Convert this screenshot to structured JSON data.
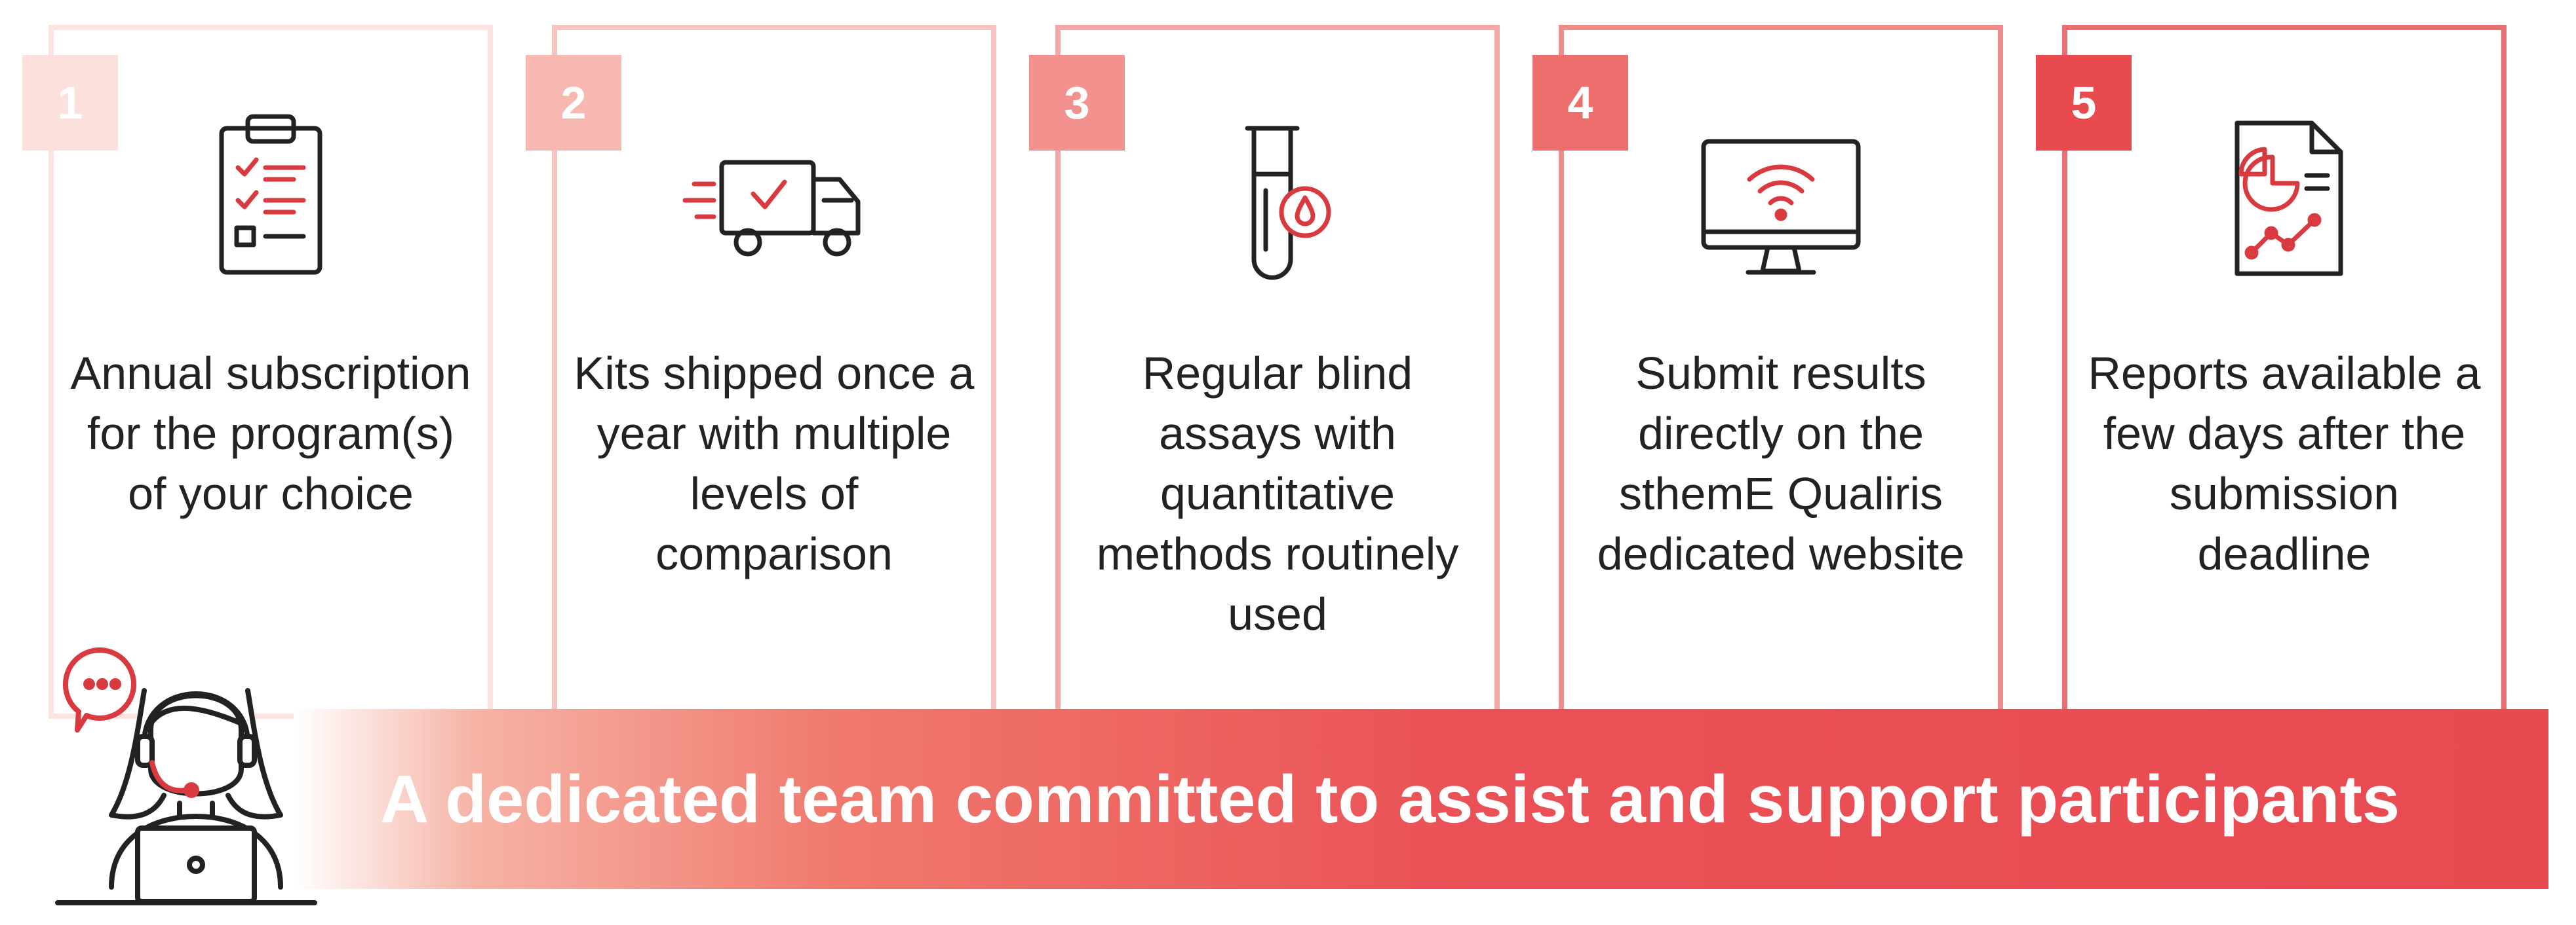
{
  "steps": [
    {
      "number": "1",
      "text": "Annual subscription for the program(s) of your choice",
      "icon": "clipboard-checklist-icon"
    },
    {
      "number": "2",
      "text": "Kits shipped once a year with multiple levels of comparison",
      "icon": "delivery-truck-icon"
    },
    {
      "number": "3",
      "text": "Regular blind assays with quantitative methods routinely used",
      "icon": "blood-test-tube-icon"
    },
    {
      "number": "4",
      "text": "Submit results directly on the sthemE Qualiris dedicated website",
      "icon": "wifi-monitor-icon"
    },
    {
      "number": "5",
      "text": "Reports available a few days after the submission deadline",
      "icon": "report-chart-icon"
    }
  ],
  "banner": {
    "text": "A dedicated team committed to assist and support participants",
    "icon": "support-agent-icon"
  },
  "colors": {
    "step_border": [
      "#fbe3e0",
      "#f6c4c0",
      "#f2a9a6",
      "#ee8c8c",
      "#ea6f72"
    ],
    "step_badge": [
      "#fbe0dc",
      "#f7b8b1",
      "#f2918e",
      "#ec6f6d",
      "#e84a50"
    ],
    "accent": "#d93a3f",
    "banner": "#e84a50",
    "icon_line": "#222222"
  }
}
